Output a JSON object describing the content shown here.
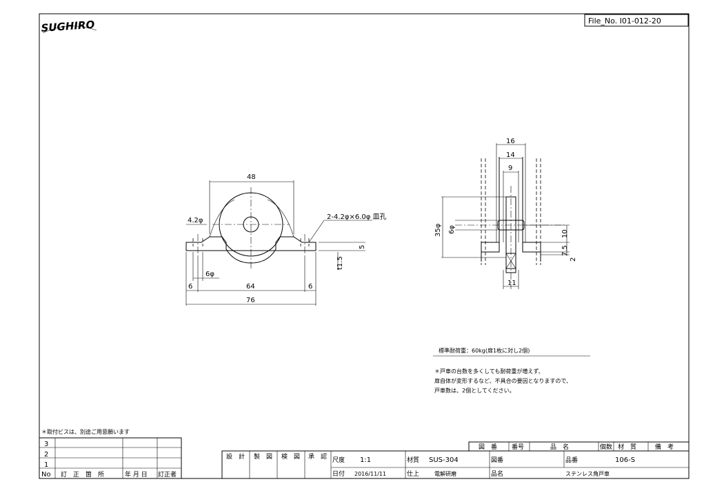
{
  "header": {
    "logo_text": "SUGHIRO",
    "file_no": "File_No. I01-012-20"
  },
  "front_view": {
    "dim_width_top": "48",
    "dim_hole_dia": "4.2φ",
    "dim_hole_note": "2-4.2φ×6.0φ 皿孔",
    "dim_height": "5",
    "dim_thickness": "t1.5",
    "dim_pin": "6φ",
    "dim_edge_left": "6",
    "dim_pitch": "64",
    "dim_edge_right": "6",
    "dim_overall": "76"
  },
  "side_view": {
    "dim_16": "16",
    "dim_14": "14",
    "dim_9": "9",
    "dim_wheel_dia": "35φ",
    "dim_axle": "6φ",
    "dim_10": "10",
    "dim_75": "7.5",
    "dim_2": "2",
    "dim_11": "11"
  },
  "notes": {
    "load": "標準耐荷重：60kg(扉1枚に対し2個)",
    "line1": "＊戸車の台数を多くしても耐荷重が増えず、",
    "line2": "扉自体が変形するなど、不具合の要因となりますので、",
    "line3": "戸車数は、2個としてください。",
    "screw": "＊取付ビスは、別途ご用意願います"
  },
  "revision_table": {
    "rows": [
      "3",
      "2",
      "1"
    ],
    "headers": [
      "No",
      "訂　正　箇　所",
      "年 月 日",
      "訂正者"
    ]
  },
  "title_block": {
    "roles": [
      "設　計",
      "製　図",
      "検　図",
      "承　認"
    ],
    "scale_label": "尺度",
    "scale": "1:1",
    "date_label": "日付",
    "date": "2016/11/11",
    "material_label": "材質",
    "material": "SUS-304",
    "finish_label": "仕上",
    "finish": "電解研磨",
    "drawing_no_label": "図番",
    "product_no_label": "品番",
    "product_no": "106-S",
    "name_label": "品名",
    "name": "ステンレス角戸車",
    "parts_headers": [
      "図　番",
      "番号",
      "品　名",
      "個数",
      "材　質",
      "備　考"
    ]
  }
}
